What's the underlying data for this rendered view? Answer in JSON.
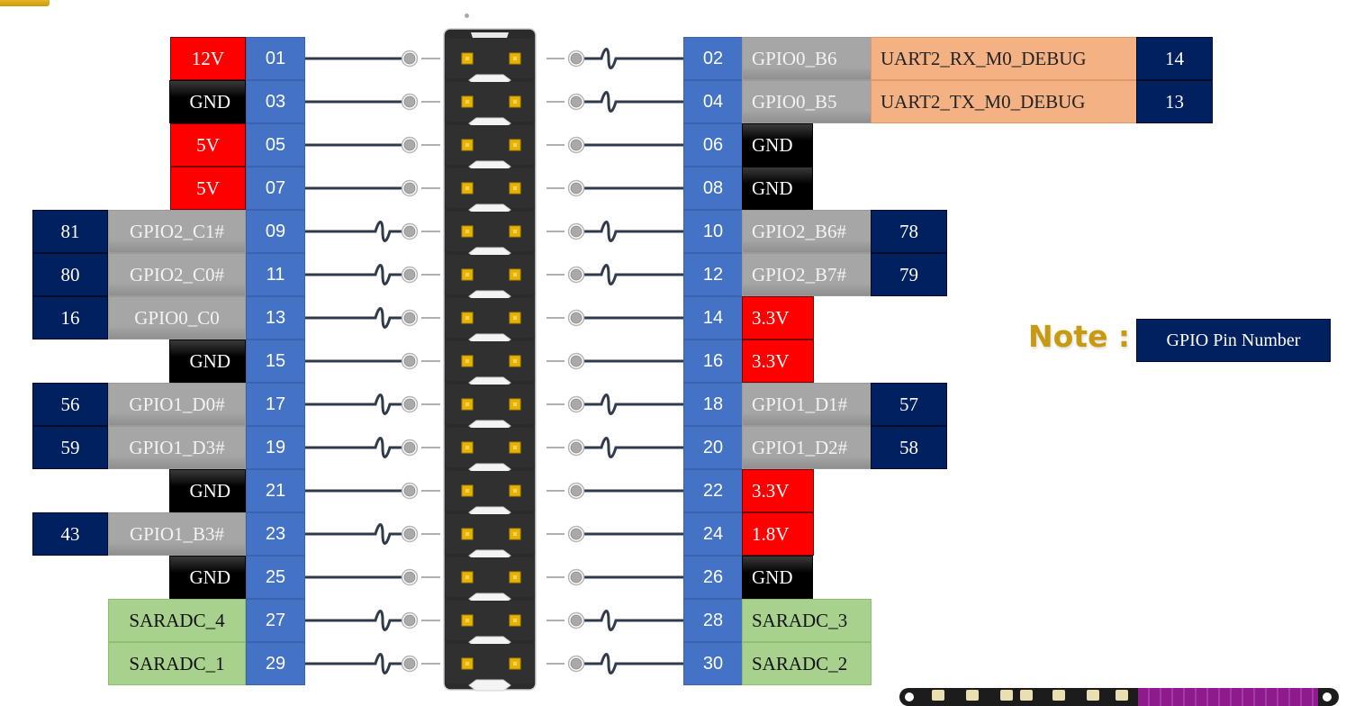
{
  "diagram": {
    "title": "GPIO Header Pinout (30-pin)",
    "colors": {
      "pin_number": "#4472c4",
      "power": "#ff0000",
      "ground": "#000000",
      "gpio_name": "#a6a6a6",
      "gpio_number": "#002060",
      "adc": "#a9d18e",
      "uart": "#f4b183",
      "note": "#c79a10",
      "header_body": "#2b2b2b",
      "header_pad": "#e8b400"
    },
    "left_pins": [
      {
        "pin": "01",
        "name": "12V",
        "type": "power"
      },
      {
        "pin": "03",
        "name": "GND",
        "type": "ground"
      },
      {
        "pin": "05",
        "name": "5V",
        "type": "power"
      },
      {
        "pin": "07",
        "name": "5V",
        "type": "power"
      },
      {
        "pin": "09",
        "name": "GPIO2_C1#",
        "type": "gpio",
        "gpio_number": "81"
      },
      {
        "pin": "11",
        "name": "GPIO2_C0#",
        "type": "gpio",
        "gpio_number": "80"
      },
      {
        "pin": "13",
        "name": "GPIO0_C0",
        "type": "gpio",
        "gpio_number": "16"
      },
      {
        "pin": "15",
        "name": "GND",
        "type": "ground"
      },
      {
        "pin": "17",
        "name": "GPIO1_D0#",
        "type": "gpio",
        "gpio_number": "56"
      },
      {
        "pin": "19",
        "name": "GPIO1_D3#",
        "type": "gpio",
        "gpio_number": "59"
      },
      {
        "pin": "21",
        "name": "GND",
        "type": "ground"
      },
      {
        "pin": "23",
        "name": "GPIO1_B3#",
        "type": "gpio",
        "gpio_number": "43"
      },
      {
        "pin": "25",
        "name": "GND",
        "type": "ground"
      },
      {
        "pin": "27",
        "name": "SARADC_4",
        "type": "adc"
      },
      {
        "pin": "29",
        "name": "SARADC_1",
        "type": "adc"
      }
    ],
    "right_pins": [
      {
        "pin": "02",
        "name": "GPIO0_B6",
        "type": "gpio",
        "function": "UART2_RX_M0_DEBUG",
        "gpio_number": "14"
      },
      {
        "pin": "04",
        "name": "GPIO0_B5",
        "type": "gpio",
        "function": "UART2_TX_M0_DEBUG",
        "gpio_number": "13"
      },
      {
        "pin": "06",
        "name": "GND",
        "type": "ground"
      },
      {
        "pin": "08",
        "name": "GND",
        "type": "ground"
      },
      {
        "pin": "10",
        "name": "GPIO2_B6#",
        "type": "gpio",
        "gpio_number": "78"
      },
      {
        "pin": "12",
        "name": "GPIO2_B7#",
        "type": "gpio",
        "gpio_number": "79"
      },
      {
        "pin": "14",
        "name": "3.3V",
        "type": "power"
      },
      {
        "pin": "16",
        "name": "3.3V",
        "type": "power"
      },
      {
        "pin": "18",
        "name": "GPIO1_D1#",
        "type": "gpio",
        "gpio_number": "57"
      },
      {
        "pin": "20",
        "name": "GPIO1_D2#",
        "type": "gpio",
        "gpio_number": "58"
      },
      {
        "pin": "22",
        "name": "3.3V",
        "type": "power"
      },
      {
        "pin": "24",
        "name": "1.8V",
        "type": "power"
      },
      {
        "pin": "26",
        "name": "GND",
        "type": "ground"
      },
      {
        "pin": "28",
        "name": "SARADC_3",
        "type": "adc"
      },
      {
        "pin": "30",
        "name": "SARADC_2",
        "type": "adc"
      }
    ]
  },
  "legend": {
    "note_label": "Note :",
    "gpio_pin_number_label": "GPIO Pin Number"
  },
  "icons": {
    "header": "pin-header-connector",
    "signal_wave": "signal-wave-icon",
    "pad": "solder-pad-icon",
    "board": "board-thumbnail"
  }
}
